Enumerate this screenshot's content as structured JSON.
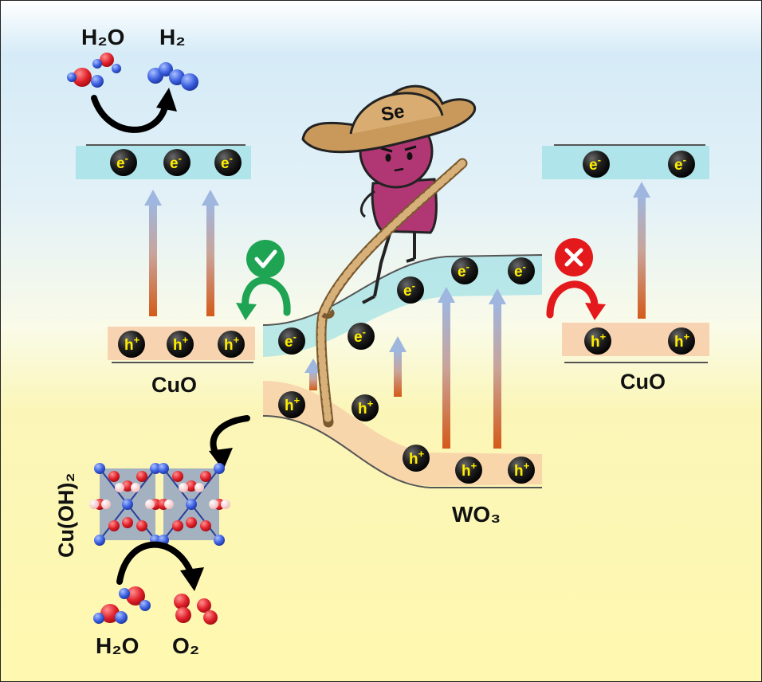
{
  "labels": {
    "h2o_top": "H₂O",
    "h2_top": "H₂",
    "cuo_left": "CuO",
    "cuo_right": "CuO",
    "wo3": "WO₃",
    "cuoh2": "Cu(OH)₂",
    "h2o_bottom": "H₂O",
    "o2_bottom": "O₂",
    "hat": "Se"
  },
  "charges": {
    "electron": "e",
    "electron_sign": "-",
    "hole": "h",
    "hole_sign": "+"
  },
  "indicators": {
    "allowed": "check",
    "blocked": "cross"
  },
  "colors": {
    "conduction_band": "#9ee0e6",
    "valence_band": "#f7c9a5",
    "allowed_green": "#1ea453",
    "blocked_red": "#e3191c",
    "charge_text": "#ffee00",
    "oxygen_red": "#e0202a",
    "hydrogen_blue": "#3b5fe0",
    "character_magenta": "#b03674",
    "hat_tan": "#c9995c"
  }
}
